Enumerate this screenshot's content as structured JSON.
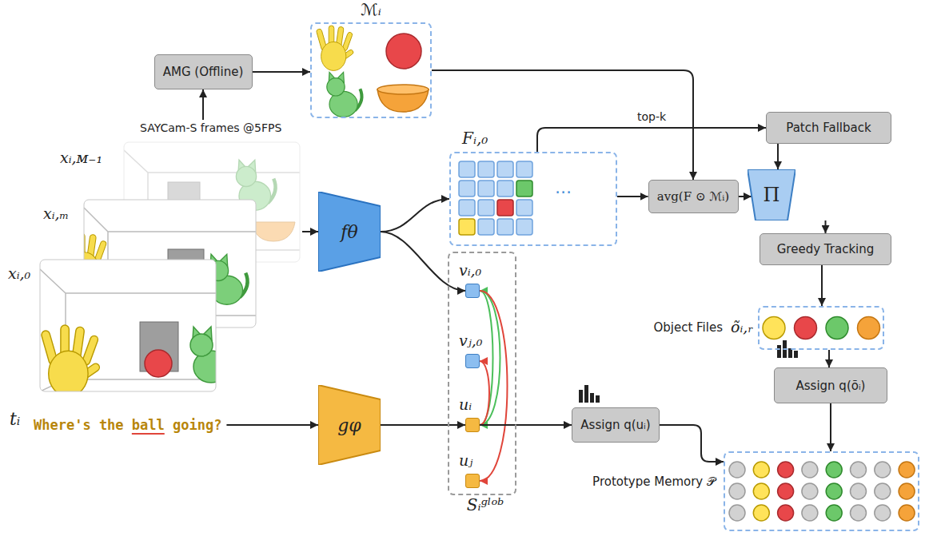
{
  "diagram": {
    "nodes": [
      {
        "text": [
          "AMG (Offline)"
        ]
      },
      {
        "text": [
          "ℳᵢ"
        ]
      },
      {
        "text": [
          "SAYCam-S frames @5FPS",
          "xᵢ,ᴍ₋₁",
          "xᵢ,ₘ",
          "xᵢ,₀"
        ]
      },
      {
        "text": [
          "fθ"
        ]
      },
      {
        "text": [
          "Fᵢ,₀",
          "···"
        ]
      },
      {
        "text": [
          "Sᵢᵍˡᵒᵇ"
        ]
      },
      {
        "text": [
          "vᵢ,₀"
        ],
        "in": 5
      },
      {
        "text": [
          "vⱼ,₀"
        ],
        "in": 5
      },
      {
        "text": [
          "uᵢ"
        ],
        "in": 5
      },
      {
        "text": [
          "uⱼ"
        ],
        "in": 5
      },
      {
        "text": [
          "gφ"
        ]
      },
      {
        "text": [
          "Patch Fallback"
        ]
      },
      {
        "text": [
          "avg(F ⊙ ℳᵢ)"
        ]
      },
      {
        "text": [
          "Π"
        ]
      },
      {
        "text": [
          "Greedy Tracking"
        ]
      },
      {
        "text": [
          "Object Files",
          "õᵢ,ᵣ"
        ]
      },
      {
        "text": [
          "Assign q(uᵢ)"
        ]
      },
      {
        "text": [
          "Assign q(õᵢ)"
        ]
      },
      {
        "text": [
          "Prototype Memory 𝒫"
        ]
      }
    ],
    "edges": [
      {
        "from": 2,
        "to": 0,
        "arrow": "to"
      },
      {
        "from": 0,
        "to": 1,
        "arrow": "to"
      },
      {
        "from": 2,
        "to": 3,
        "arrow": "to"
      },
      {
        "from": 3,
        "to": 4,
        "arrow": "to"
      },
      {
        "from": 3,
        "to": 6,
        "arrow": "to"
      },
      {
        "from": 10,
        "to": 8,
        "arrow": "to"
      },
      {
        "from": 8,
        "to": 6,
        "arrow": "to"
      },
      {
        "from": 6,
        "to": 8,
        "arrow": "to"
      },
      {
        "from": 8,
        "to": 7,
        "arrow": "to"
      },
      {
        "from": 6,
        "to": 9,
        "arrow": "to"
      },
      {
        "from": 8,
        "to": 16,
        "arrow": "to"
      },
      {
        "from": 16,
        "to": 18,
        "arrow": "to"
      },
      {
        "from": 1,
        "to": 12,
        "arrow": "to"
      },
      {
        "from": 4,
        "to": 12,
        "arrow": "to"
      },
      {
        "from": 4,
        "to": 11,
        "label": "top-k",
        "arrow": "to"
      },
      {
        "from": 11,
        "to": 13,
        "arrow": "to"
      },
      {
        "from": 12,
        "to": 13,
        "arrow": "to"
      },
      {
        "from": 13,
        "to": 14,
        "arrow": "to"
      },
      {
        "from": 14,
        "to": 15,
        "arrow": "to"
      },
      {
        "from": 15,
        "to": 17,
        "arrow": "to"
      },
      {
        "from": 17,
        "to": 18,
        "arrow": "to"
      }
    ],
    "labels": [
      "tᵢ",
      "Where's the ball going?"
    ]
  }
}
